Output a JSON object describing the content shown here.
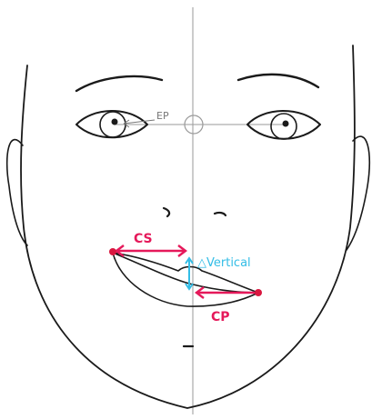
{
  "labels": {
    "ep": "EP",
    "cs": "CS",
    "cp": "CP",
    "vertical": "△Vertical"
  },
  "colors": {
    "ink": "#1a1a1a",
    "guide": "#9a9a9a",
    "accent_red": "#e5195a",
    "accent_cyan": "#33bde6",
    "marker": "#d9173f"
  }
}
